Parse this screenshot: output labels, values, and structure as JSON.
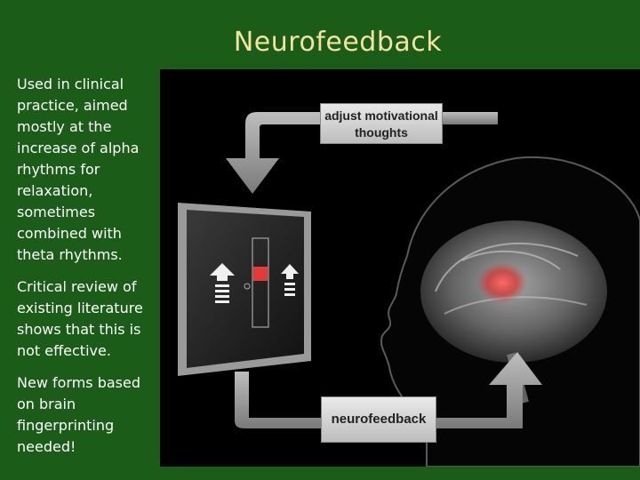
{
  "slide": {
    "title": "Neurofeedback",
    "paragraphs": [
      "Used in clinical practice, aimed mostly at the increase of alpha rhythms for relaxation, sometimes combined with theta rhythms.",
      "Critical review of existing literature shows that this is not effective.",
      "New forms based on brain fingerprinting needed!"
    ]
  },
  "figure": {
    "top_label_line1": "adjust motivational",
    "top_label_line2": "thoughts",
    "bottom_label": "neurofeedback",
    "colors": {
      "background": "#000000",
      "highlight": "#e33b3b",
      "arrow": "#a9a9a9"
    }
  },
  "colors": {
    "slide_background": "#1a5c18",
    "title": "#f3e3a0",
    "body_text": "#ffffff"
  }
}
